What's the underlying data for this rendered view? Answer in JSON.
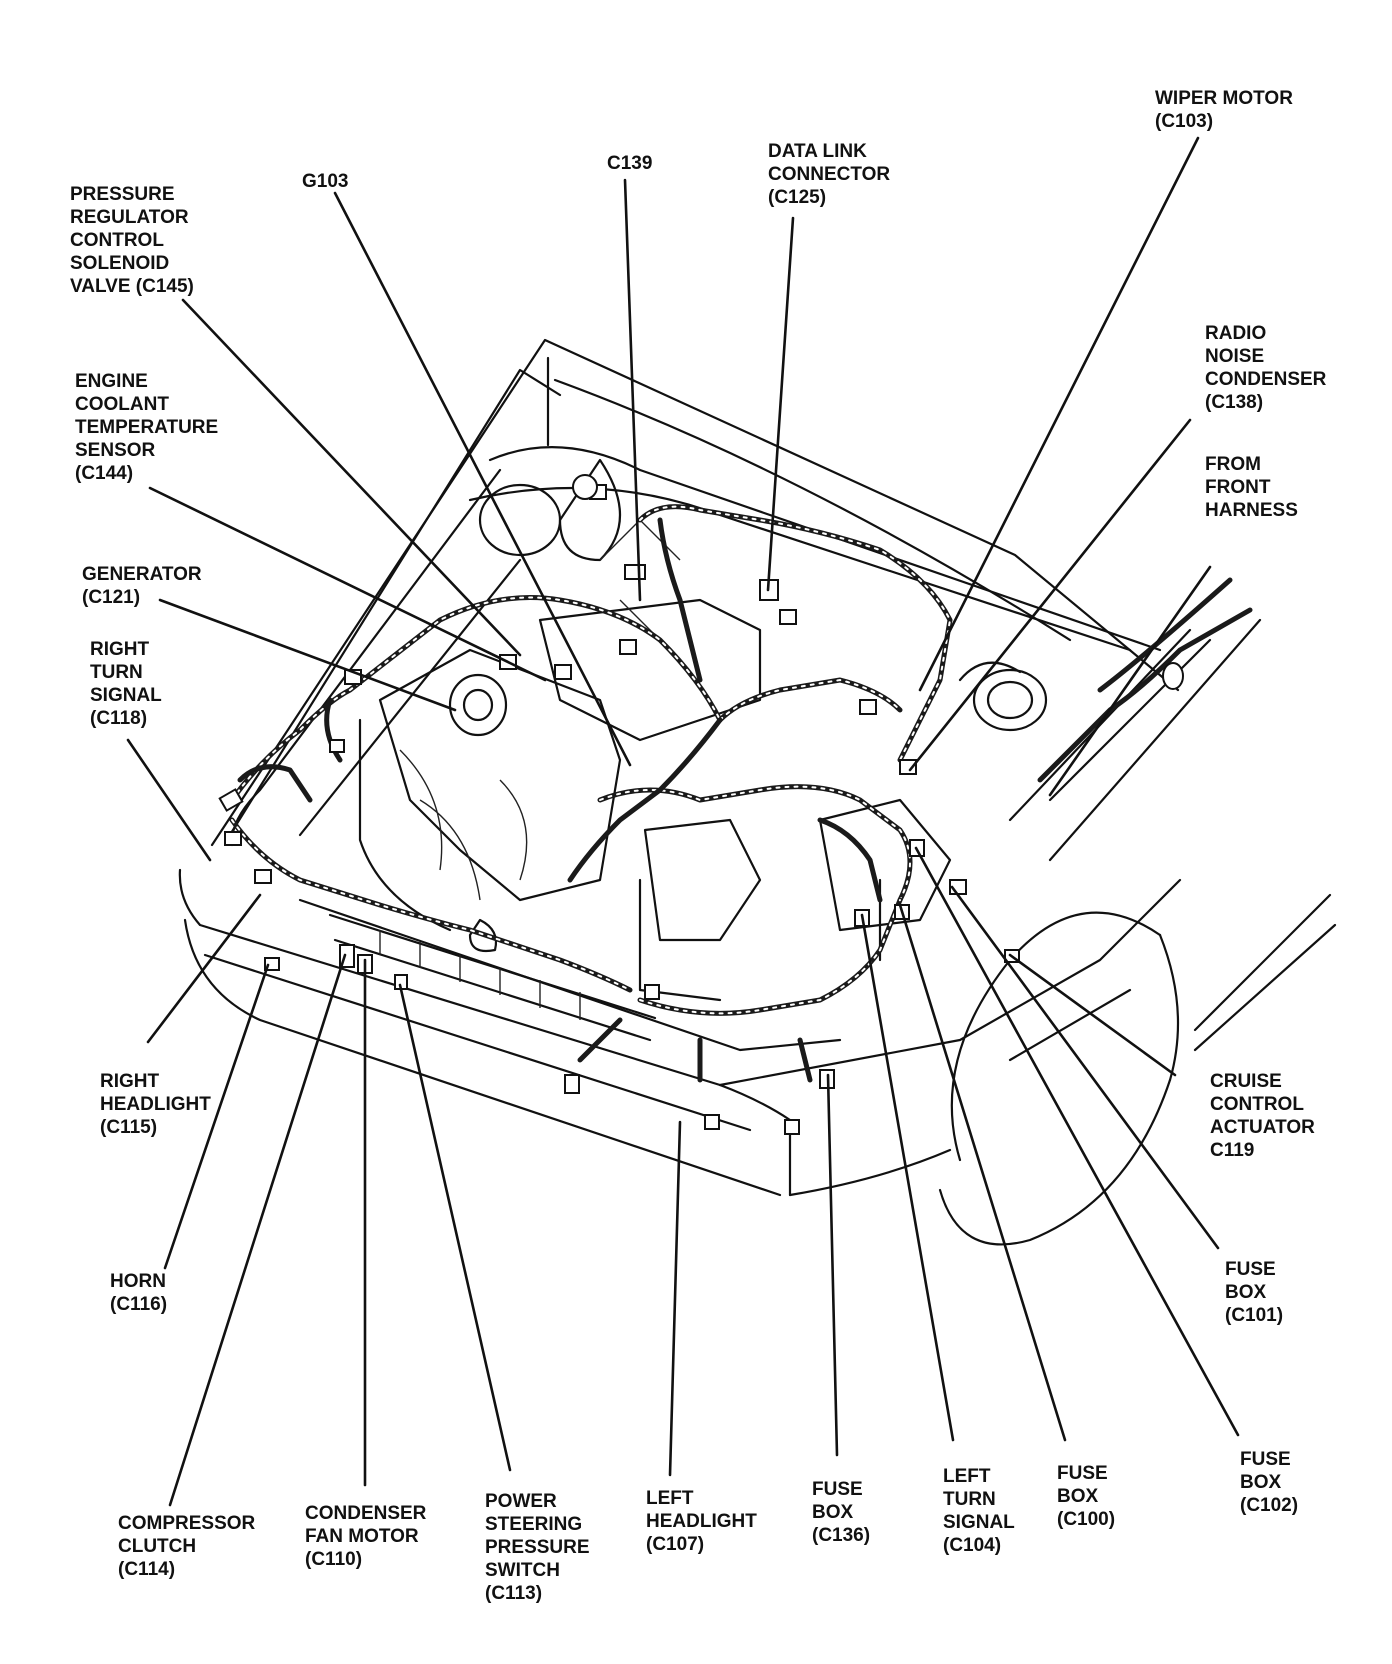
{
  "diagram": {
    "labels": [
      {
        "id": "pressure-regulator",
        "lines": [
          "PRESSURE",
          "REGULATOR",
          "CONTROL",
          "SOLENOID",
          "VALVE (C145)"
        ]
      },
      {
        "id": "g103",
        "lines": [
          "G103"
        ]
      },
      {
        "id": "c139",
        "lines": [
          "C139"
        ]
      },
      {
        "id": "data-link-connector",
        "lines": [
          "DATA LINK",
          "CONNECTOR",
          "(C125)"
        ]
      },
      {
        "id": "wiper-motor",
        "lines": [
          "WIPER MOTOR",
          "(C103)"
        ]
      },
      {
        "id": "radio-noise-condenser",
        "lines": [
          "RADIO",
          "NOISE",
          "CONDENSER",
          "(C138)"
        ]
      },
      {
        "id": "from-front-harness",
        "lines": [
          "FROM",
          "FRONT",
          "HARNESS"
        ]
      },
      {
        "id": "engine-coolant-sensor",
        "lines": [
          "ENGINE",
          "COOLANT",
          "TEMPERATURE",
          "SENSOR",
          "(C144)"
        ]
      },
      {
        "id": "generator",
        "lines": [
          "GENERATOR",
          "(C121)"
        ]
      },
      {
        "id": "right-turn-signal",
        "lines": [
          "RIGHT",
          "TURN",
          "SIGNAL",
          "(C118)"
        ]
      },
      {
        "id": "right-headlight",
        "lines": [
          "RIGHT",
          "HEADLIGHT",
          "(C115)"
        ]
      },
      {
        "id": "horn",
        "lines": [
          "HORN",
          "(C116)"
        ]
      },
      {
        "id": "cruise-control-actuator",
        "lines": [
          "CRUISE",
          "CONTROL",
          "ACTUATOR",
          "C119"
        ]
      },
      {
        "id": "fuse-box-c101",
        "lines": [
          "FUSE",
          "BOX",
          "(C101)"
        ]
      },
      {
        "id": "fuse-box-c102",
        "lines": [
          "FUSE",
          "BOX",
          "(C102)"
        ]
      },
      {
        "id": "fuse-box-c100",
        "lines": [
          "FUSE",
          "BOX",
          "(C100)"
        ]
      },
      {
        "id": "left-turn-signal",
        "lines": [
          "LEFT",
          "TURN",
          "SIGNAL",
          "(C104)"
        ]
      },
      {
        "id": "fuse-box-c136",
        "lines": [
          "FUSE",
          "BOX",
          "(C136)"
        ]
      },
      {
        "id": "left-headlight",
        "lines": [
          "LEFT",
          "HEADLIGHT",
          "(C107)"
        ]
      },
      {
        "id": "power-steering-switch",
        "lines": [
          "POWER",
          "STEERING",
          "PRESSURE",
          "SWITCH",
          "(C113)"
        ]
      },
      {
        "id": "condenser-fan-motor",
        "lines": [
          "CONDENSER",
          "FAN MOTOR",
          "(C110)"
        ]
      },
      {
        "id": "compressor-clutch",
        "lines": [
          "COMPRESSOR",
          "CLUTCH",
          "(C114)"
        ]
      }
    ]
  }
}
